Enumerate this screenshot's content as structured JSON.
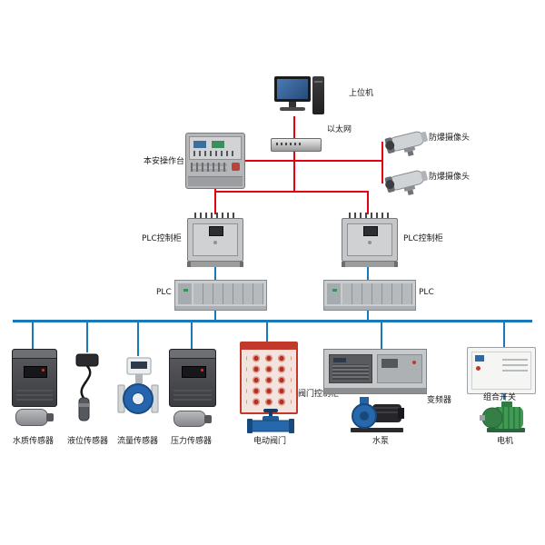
{
  "colors": {
    "ethernet_line_red": "#e60012",
    "fieldbus_line_blue": "#1779b8"
  },
  "labels": {
    "host_pc": "上位机",
    "ethernet": "以太网",
    "console": "本安操作台",
    "camera_top": "防爆摄像头",
    "camera_bottom": "防爆摄像头",
    "plc_cabinet_left": "PLC控制柜",
    "plc_cabinet_right": "PLC控制柜",
    "plc_left": "PLC",
    "plc_right": "PLC",
    "water_quality_sensor": "水质传感器",
    "level_sensor": "液位传感器",
    "flow_sensor": "流量传感器",
    "pressure_sensor": "压力传感器",
    "valve_control_cabinet": "阀门控制柜",
    "electric_valve": "电动阀门",
    "water_pump": "水泵",
    "vfd": "变频器",
    "combination_switch": "组合开关",
    "motor": "电机"
  }
}
